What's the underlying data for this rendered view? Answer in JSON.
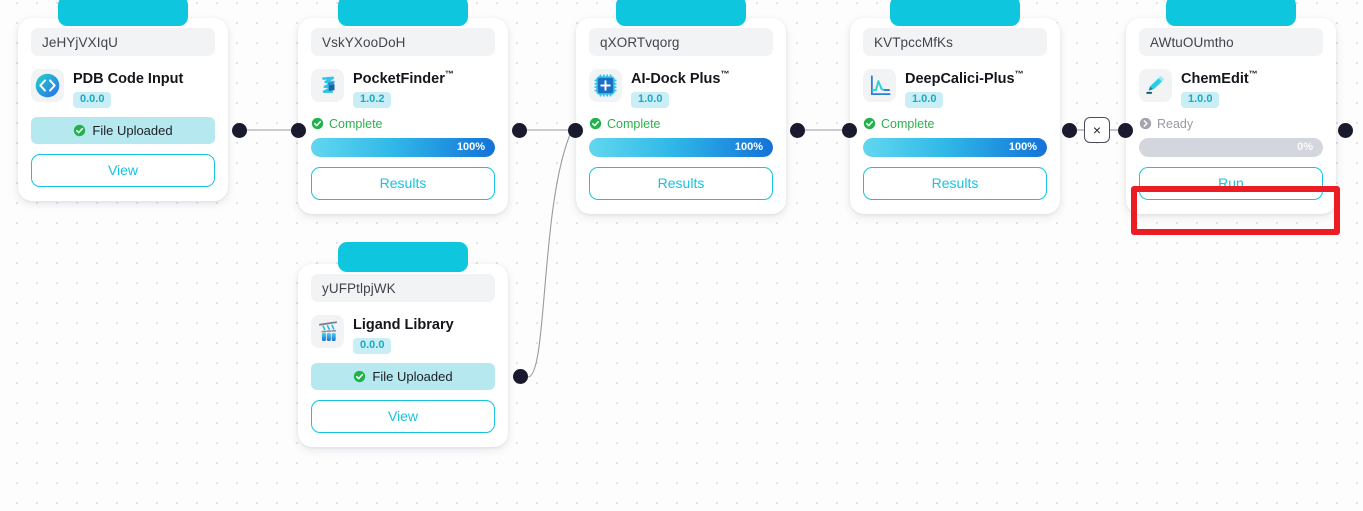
{
  "canvas": {
    "background_color": "#fdfdfd",
    "grid_dot_color": "#e3e3e6",
    "accent_color": "#17c3e0",
    "tab_color": "#0ec7de",
    "port_color": "#191a2e",
    "highlight_color": "#ec1c24",
    "complete_color": "#2bb24c",
    "ready_color": "#9a9aa4"
  },
  "edge_delete_button": {
    "label": "×",
    "name": "remove-connection"
  },
  "nodes": [
    {
      "id": "JeHYjVXIqU",
      "app_name": "PDB Code Input",
      "tm": "",
      "version": "0.0.0",
      "icon": "code-brackets-icon",
      "state_label": "File Uploaded",
      "state_kind": "uploaded",
      "action_label": "View"
    },
    {
      "id": "VskYXooDoH",
      "app_name": "PocketFinder",
      "tm": "™",
      "version": "1.0.2",
      "icon": "protein-ribbon-icon",
      "state_label": "Complete",
      "state_kind": "complete",
      "progress_label": "100%",
      "progress_value": 100,
      "action_label": "Results"
    },
    {
      "id": "qXORTvqorg",
      "app_name": "AI-Dock Plus",
      "tm": "™",
      "version": "1.0.0",
      "icon": "chip-plus-icon",
      "state_label": "Complete",
      "state_kind": "complete",
      "progress_label": "100%",
      "progress_value": 100,
      "action_label": "Results"
    },
    {
      "id": "KVTpccMfKs",
      "app_name": "DeepCalici-Plus",
      "tm": "™",
      "version": "1.0.0",
      "icon": "line-chart-icon",
      "state_label": "Complete",
      "state_kind": "complete",
      "progress_label": "100%",
      "progress_value": 100,
      "action_label": "Results"
    },
    {
      "id": "AWtuOUmtho",
      "app_name": "ChemEdit",
      "tm": "™",
      "version": "1.0.0",
      "icon": "pencil-icon",
      "state_label": "Ready",
      "state_kind": "ready",
      "progress_label": "0%",
      "progress_value": 0,
      "action_label": "Run",
      "highlighted": true
    },
    {
      "id": "yUFPtlpjWK",
      "app_name": "Ligand Library",
      "tm": "",
      "version": "0.0.0",
      "icon": "test-tubes-icon",
      "state_label": "File Uploaded",
      "state_kind": "uploaded",
      "action_label": "View"
    }
  ]
}
